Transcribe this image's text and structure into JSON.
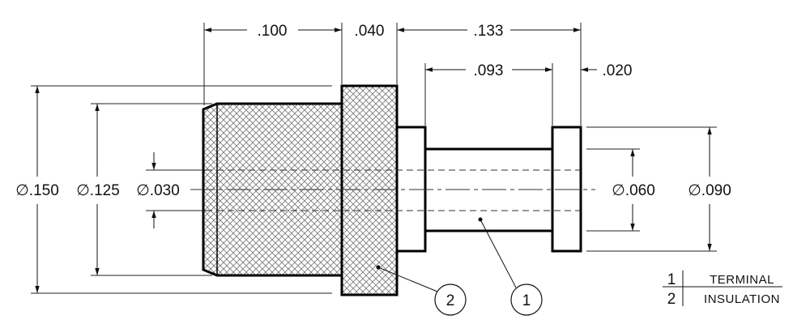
{
  "dimensions": {
    "d100": ".100",
    "d040": ".040",
    "d133": ".133",
    "d093": ".093",
    "d020": ".020",
    "dia150": "∅.150",
    "dia125": "∅.125",
    "dia030": "∅.030",
    "dia060": "∅.060",
    "dia090": "∅.090"
  },
  "balloons": {
    "b1": "1",
    "b2": "2"
  },
  "parts_table": {
    "rows": [
      {
        "num": "1",
        "name": "TERMINAL"
      },
      {
        "num": "2",
        "name": "INSULATION"
      }
    ]
  }
}
